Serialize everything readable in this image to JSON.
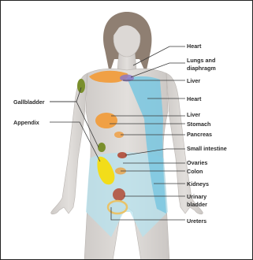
{
  "labels": {
    "right": [
      {
        "text": "Heart"
      },
      {
        "text": "Lungs and"
      },
      {
        "text": "diaphragm"
      },
      {
        "text": "Liver"
      },
      {
        "text": "Heart"
      },
      {
        "text": "Liver"
      },
      {
        "text": "Stomach"
      },
      {
        "text": "Pancreas"
      },
      {
        "text": "Small intestine"
      },
      {
        "text": "Ovaries"
      },
      {
        "text": "Colon"
      },
      {
        "text": "Kidneys"
      },
      {
        "text": "Urinary"
      },
      {
        "text": "bladder"
      },
      {
        "text": "Ureters"
      }
    ],
    "left": [
      {
        "text": "Gallbladder"
      },
      {
        "text": "Appendix"
      }
    ]
  },
  "colors": {
    "skin": "#d9d5d2",
    "hair": "#8f7f72",
    "blue_zone": "#7ec8e0",
    "light_blue": "#b7e1ee",
    "orange_zone": "#f0a045",
    "yellow_zone": "#f2dd1a",
    "green_zone": "#7a8f2c",
    "red_zone": "#b24a35",
    "purple_zone": "#8e79c4"
  }
}
